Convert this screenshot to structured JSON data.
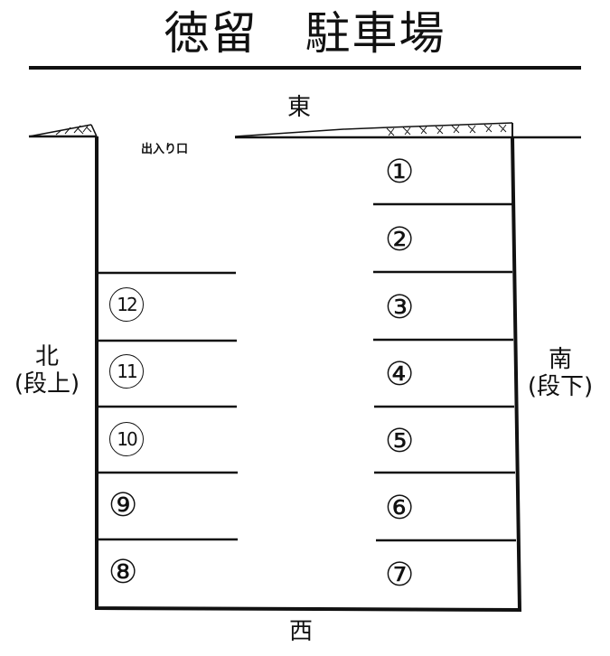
{
  "title": "徳留　駐車場",
  "directions": {
    "east": "東",
    "west": "西",
    "north": "北",
    "north_note": "(段上)",
    "south": "南",
    "south_note": "(段下)"
  },
  "entrance_label": "出入り口",
  "spots": {
    "right_column": [
      {
        "number": "1",
        "label": "①"
      },
      {
        "number": "2",
        "label": "②"
      },
      {
        "number": "3",
        "label": "③"
      },
      {
        "number": "4",
        "label": "④"
      },
      {
        "number": "5",
        "label": "⑤"
      },
      {
        "number": "6",
        "label": "⑥"
      },
      {
        "number": "7",
        "label": "⑦"
      }
    ],
    "left_column": [
      {
        "number": "12",
        "label": "12"
      },
      {
        "number": "11",
        "label": "11"
      },
      {
        "number": "10",
        "label": "10"
      },
      {
        "number": "9",
        "label": "⑨"
      },
      {
        "number": "8",
        "label": "⑧"
      }
    ]
  },
  "colors": {
    "line": "#111111",
    "background": "#ffffff"
  }
}
